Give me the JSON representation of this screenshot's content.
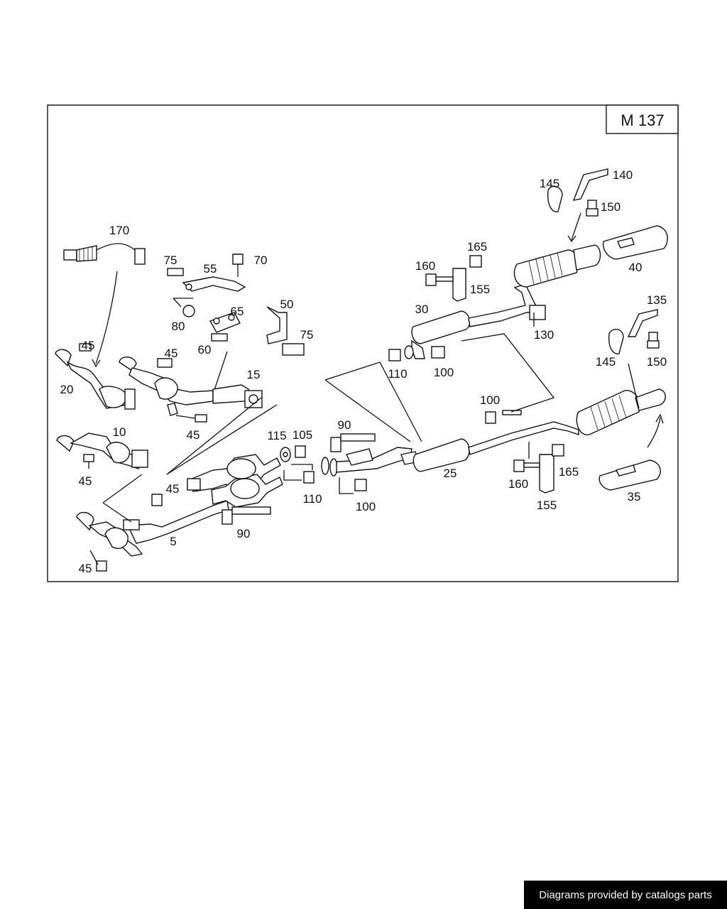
{
  "diagram": {
    "code": "M 137",
    "labels": [
      {
        "id": "l170",
        "text": "170"
      },
      {
        "id": "l75a",
        "text": "75"
      },
      {
        "id": "l55",
        "text": "55"
      },
      {
        "id": "l70",
        "text": "70"
      },
      {
        "id": "l80",
        "text": "80"
      },
      {
        "id": "l65",
        "text": "65"
      },
      {
        "id": "l50",
        "text": "50"
      },
      {
        "id": "l60",
        "text": "60"
      },
      {
        "id": "l75b",
        "text": "75"
      },
      {
        "id": "l45a",
        "text": "45"
      },
      {
        "id": "l45b",
        "text": "45"
      },
      {
        "id": "l20",
        "text": "20"
      },
      {
        "id": "l15",
        "text": "15"
      },
      {
        "id": "l45c",
        "text": "45"
      },
      {
        "id": "l10",
        "text": "10"
      },
      {
        "id": "l45d",
        "text": "45"
      },
      {
        "id": "l45e",
        "text": "45"
      },
      {
        "id": "l5",
        "text": "5"
      },
      {
        "id": "l45f",
        "text": "45"
      },
      {
        "id": "l90a",
        "text": "90"
      },
      {
        "id": "l115",
        "text": "115"
      },
      {
        "id": "l105",
        "text": "105"
      },
      {
        "id": "l110a",
        "text": "110"
      },
      {
        "id": "l90b",
        "text": "90"
      },
      {
        "id": "l100a",
        "text": "100"
      },
      {
        "id": "l25",
        "text": "25"
      },
      {
        "id": "l110b",
        "text": "110"
      },
      {
        "id": "l100b",
        "text": "100"
      },
      {
        "id": "l30",
        "text": "30"
      },
      {
        "id": "l160a",
        "text": "160"
      },
      {
        "id": "l165a",
        "text": "165"
      },
      {
        "id": "l155a",
        "text": "155"
      },
      {
        "id": "l130",
        "text": "130"
      },
      {
        "id": "l145a",
        "text": "145"
      },
      {
        "id": "l140",
        "text": "140"
      },
      {
        "id": "l150a",
        "text": "150"
      },
      {
        "id": "l40",
        "text": "40"
      },
      {
        "id": "l135",
        "text": "135"
      },
      {
        "id": "l145b",
        "text": "145"
      },
      {
        "id": "l150b",
        "text": "150"
      },
      {
        "id": "l100c",
        "text": "100"
      },
      {
        "id": "l160b",
        "text": "160"
      },
      {
        "id": "l165b",
        "text": "165"
      },
      {
        "id": "l155b",
        "text": "155"
      },
      {
        "id": "l35",
        "text": "35"
      }
    ]
  },
  "footer": {
    "text": "Diagrams provided by catalogs parts"
  }
}
